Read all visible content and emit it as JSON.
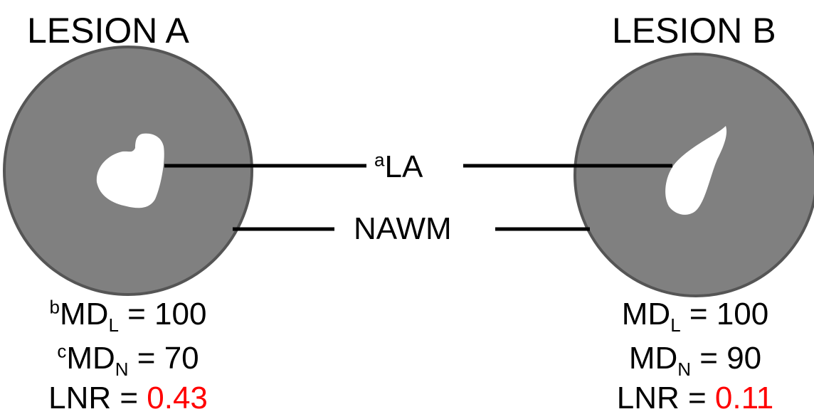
{
  "lesion_a": {
    "title": "LESION A",
    "md_l": {
      "prefix": "b",
      "name": "MD",
      "sub": "L",
      "rest": " = 100"
    },
    "md_n": {
      "prefix": "c",
      "name": "MD",
      "sub": "N",
      "rest": " = 70"
    },
    "lnr": {
      "label": "LNR = ",
      "value": "0.43"
    }
  },
  "lesion_b": {
    "title": "LESION B",
    "md_l": {
      "name": "MD",
      "sub": "L",
      "rest": " = 100"
    },
    "md_n": {
      "name": "MD",
      "sub": "N",
      "rest": " = 90"
    },
    "lnr": {
      "label": "LNR = ",
      "value": "0.11"
    }
  },
  "center_labels": {
    "la_prefix": "a",
    "la": "LA",
    "nawm": "NAWM"
  },
  "colors": {
    "disk_fill": "#808080",
    "disk_stroke": "#555555",
    "lesion_fill": "#ffffff",
    "highlight": "#ff0000"
  }
}
